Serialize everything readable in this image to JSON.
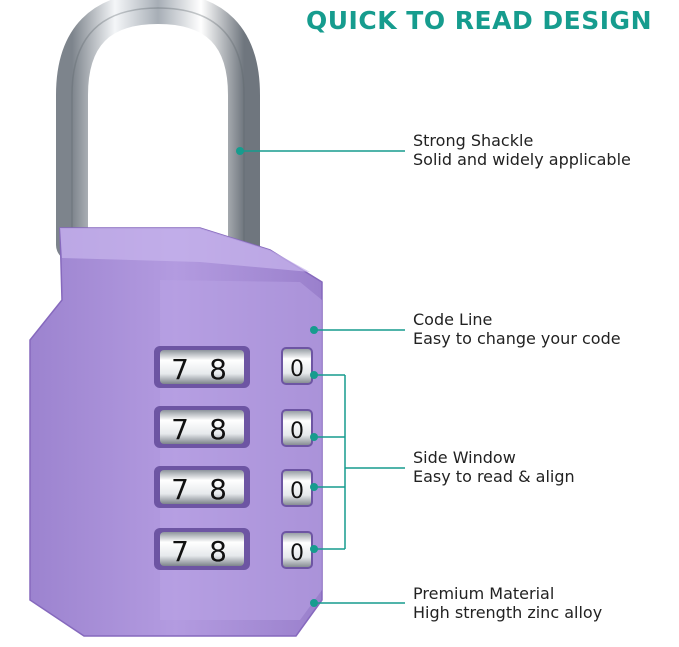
{
  "headline": "QUICK TO READ DESIGN",
  "colors": {
    "accent": "#169c8e",
    "lock_body": "#a88fd6",
    "shackle": "#c9ced4"
  },
  "features": [
    {
      "title": "Strong Shackle",
      "subtitle": "Solid and widely applicable"
    },
    {
      "title": "Code Line",
      "subtitle": "Easy to change your code"
    },
    {
      "title": "Side Window",
      "subtitle": "Easy to read & align"
    },
    {
      "title": "Premium Material",
      "subtitle": "High strength zinc alloy"
    }
  ],
  "dials": [
    {
      "front": [
        "7",
        "8"
      ],
      "side": "0"
    },
    {
      "front": [
        "7",
        "8"
      ],
      "side": "0"
    },
    {
      "front": [
        "7",
        "8"
      ],
      "side": "0"
    },
    {
      "front": [
        "7",
        "8"
      ],
      "side": "0"
    }
  ]
}
